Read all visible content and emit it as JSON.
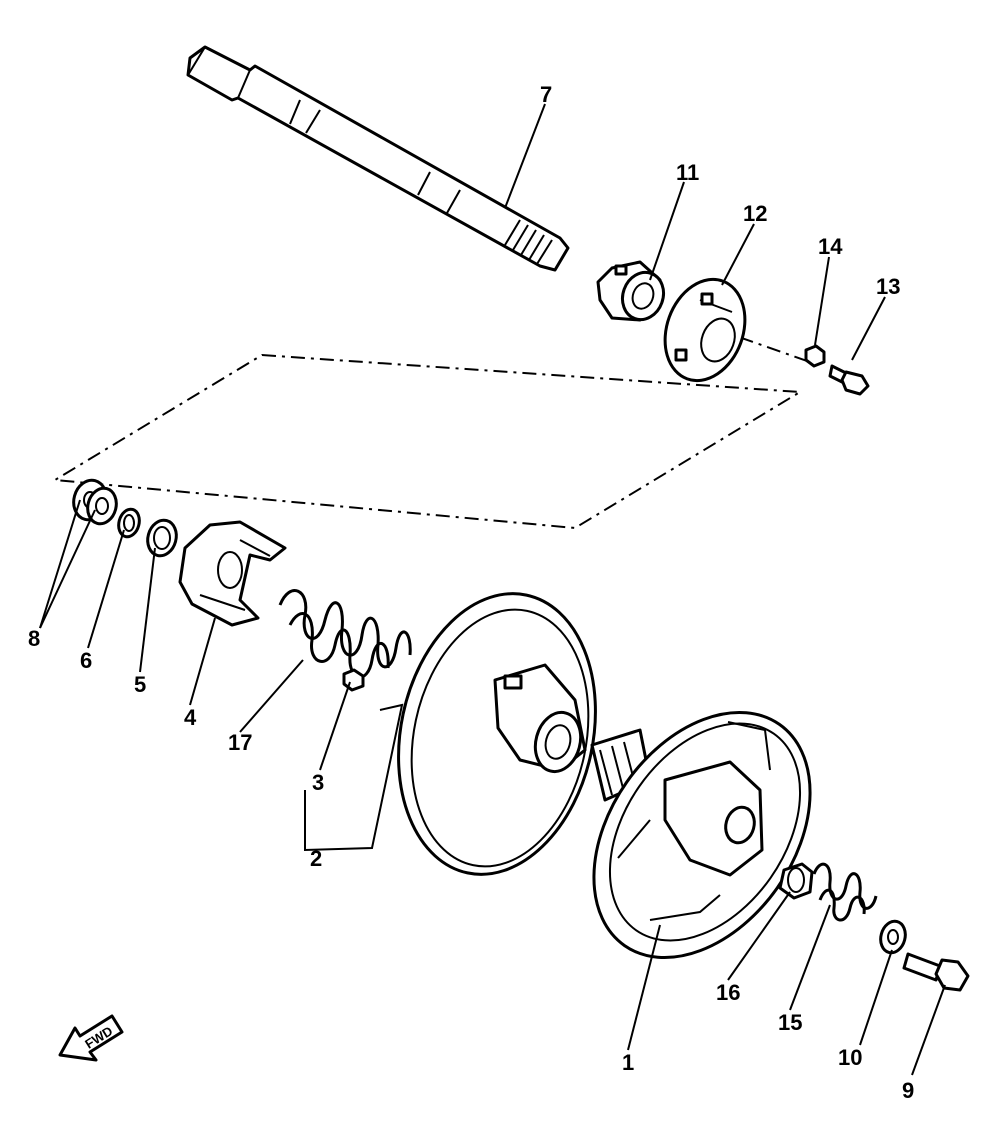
{
  "callouts": {
    "p1": "1",
    "p2": "2",
    "p3": "3",
    "p4": "4",
    "p5": "5",
    "p6": "6",
    "p7": "7",
    "p8": "8",
    "p9": "9",
    "p10": "10",
    "p11": "11",
    "p12": "12",
    "p13": "13",
    "p14": "14",
    "p15": "15",
    "p16": "16",
    "p17": "17"
  },
  "fwd_label": "FWD"
}
